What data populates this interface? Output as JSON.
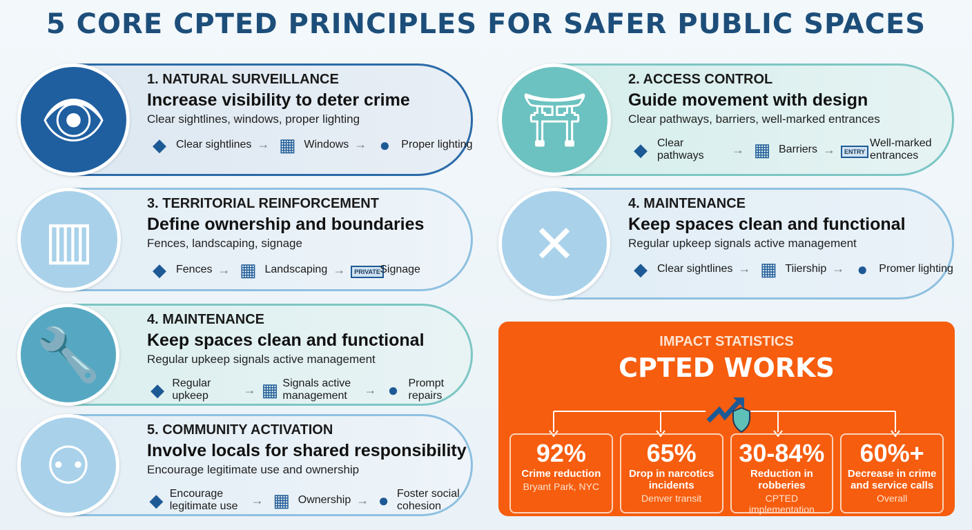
{
  "title": "5 CORE CPTED PRINCIPLES FOR SAFER PUBLIC SPACES",
  "cards": [
    {
      "id": "natural-surveillance",
      "heading": "1. NATURAL SURVEILLANCE",
      "subtitle": "Increase visibility to deter crime",
      "desc": "Clear sightlines, windows, proper lighting",
      "icon": "eye-window-icon",
      "steps": [
        {
          "icon": "sightline-icon",
          "label": "Clear sightlines"
        },
        {
          "icon": "building-icon",
          "label": "Windows"
        },
        {
          "icon": "lamp-icon",
          "label": "Proper lighting"
        }
      ]
    },
    {
      "id": "access-control",
      "heading": "2. ACCESS CONTROL",
      "subtitle": "Guide movement with design",
      "desc": "Clear pathways, barriers, well-marked entrances",
      "icon": "gate-path-icon",
      "steps": [
        {
          "icon": "path-pin-icon",
          "label": "Clear pathways"
        },
        {
          "icon": "barrier-icon",
          "label": "Barriers"
        },
        {
          "icon": "entry-sign-icon",
          "label": "Well-marked entrances",
          "sign": "ENTRY"
        }
      ]
    },
    {
      "id": "territorial-reinforcement",
      "heading": "3. TERRITORIAL REINFORCEMENT",
      "subtitle": "Define ownership and boundaries",
      "desc": "Fences, landscaping, signage",
      "icon": "fence-icon",
      "steps": [
        {
          "icon": "fence-icon",
          "label": "Fences"
        },
        {
          "icon": "bush-icon",
          "label": "Landscaping"
        },
        {
          "icon": "private-sign-icon",
          "label": "Signage",
          "sign": "PRIVATE"
        }
      ]
    },
    {
      "id": "maintenance-right",
      "heading": "4. MAINTENANCE",
      "subtitle": "Keep spaces clean and functional",
      "desc": "Regular upkeep signals active management",
      "icon": "brush-broom-icon",
      "steps": [
        {
          "icon": "community-icon",
          "label": "Clear sightlines"
        },
        {
          "icon": "hand-key-icon",
          "label": "Tiiership"
        },
        {
          "icon": "handshake-icon",
          "label": "Promer lighting"
        }
      ]
    },
    {
      "id": "maintenance",
      "heading": "4. MAINTENANCE",
      "subtitle": "Keep spaces clean and functional",
      "desc": "Regular upkeep signals active management",
      "icon": "wrenches-icon",
      "steps": [
        {
          "icon": "trash-icon",
          "label": "Regular upkeep"
        },
        {
          "icon": "tools-icon",
          "label": "Signals active management"
        },
        {
          "icon": "clock-icon",
          "label": "Prompt repairs"
        }
      ]
    },
    {
      "id": "community-activation",
      "heading": "5. COMMUNITY ACTIVATION",
      "subtitle": "Involve locals for shared responsibility",
      "desc": "Encourage legitimate use and ownership",
      "icon": "community-network-icon",
      "steps": [
        {
          "icon": "people-icon",
          "label": "Encourage legitimate use"
        },
        {
          "icon": "hand-coin-icon",
          "label": "Ownership"
        },
        {
          "icon": "handshake-icon",
          "label": "Foster social cohesion"
        }
      ]
    }
  ],
  "impact": {
    "label": "IMPACT STATISTICS",
    "headline": "CPTED WORKS",
    "stats": [
      {
        "value": "92%",
        "label": "Crime reduction",
        "source": "Bryant Park, NYC"
      },
      {
        "value": "65%",
        "label": "Drop in narcotics incidents",
        "source": "Denver transit"
      },
      {
        "value": "30-84%",
        "label": "Reduction in robberies",
        "source": "CPTED implementation"
      },
      {
        "value": "60%+",
        "label": "Decrease in crime and service calls",
        "source": "Overall"
      }
    ]
  },
  "colors": {
    "title": "#1d4e7a",
    "impact_bg": "#f65d0e",
    "accent": "#1d5a95"
  }
}
